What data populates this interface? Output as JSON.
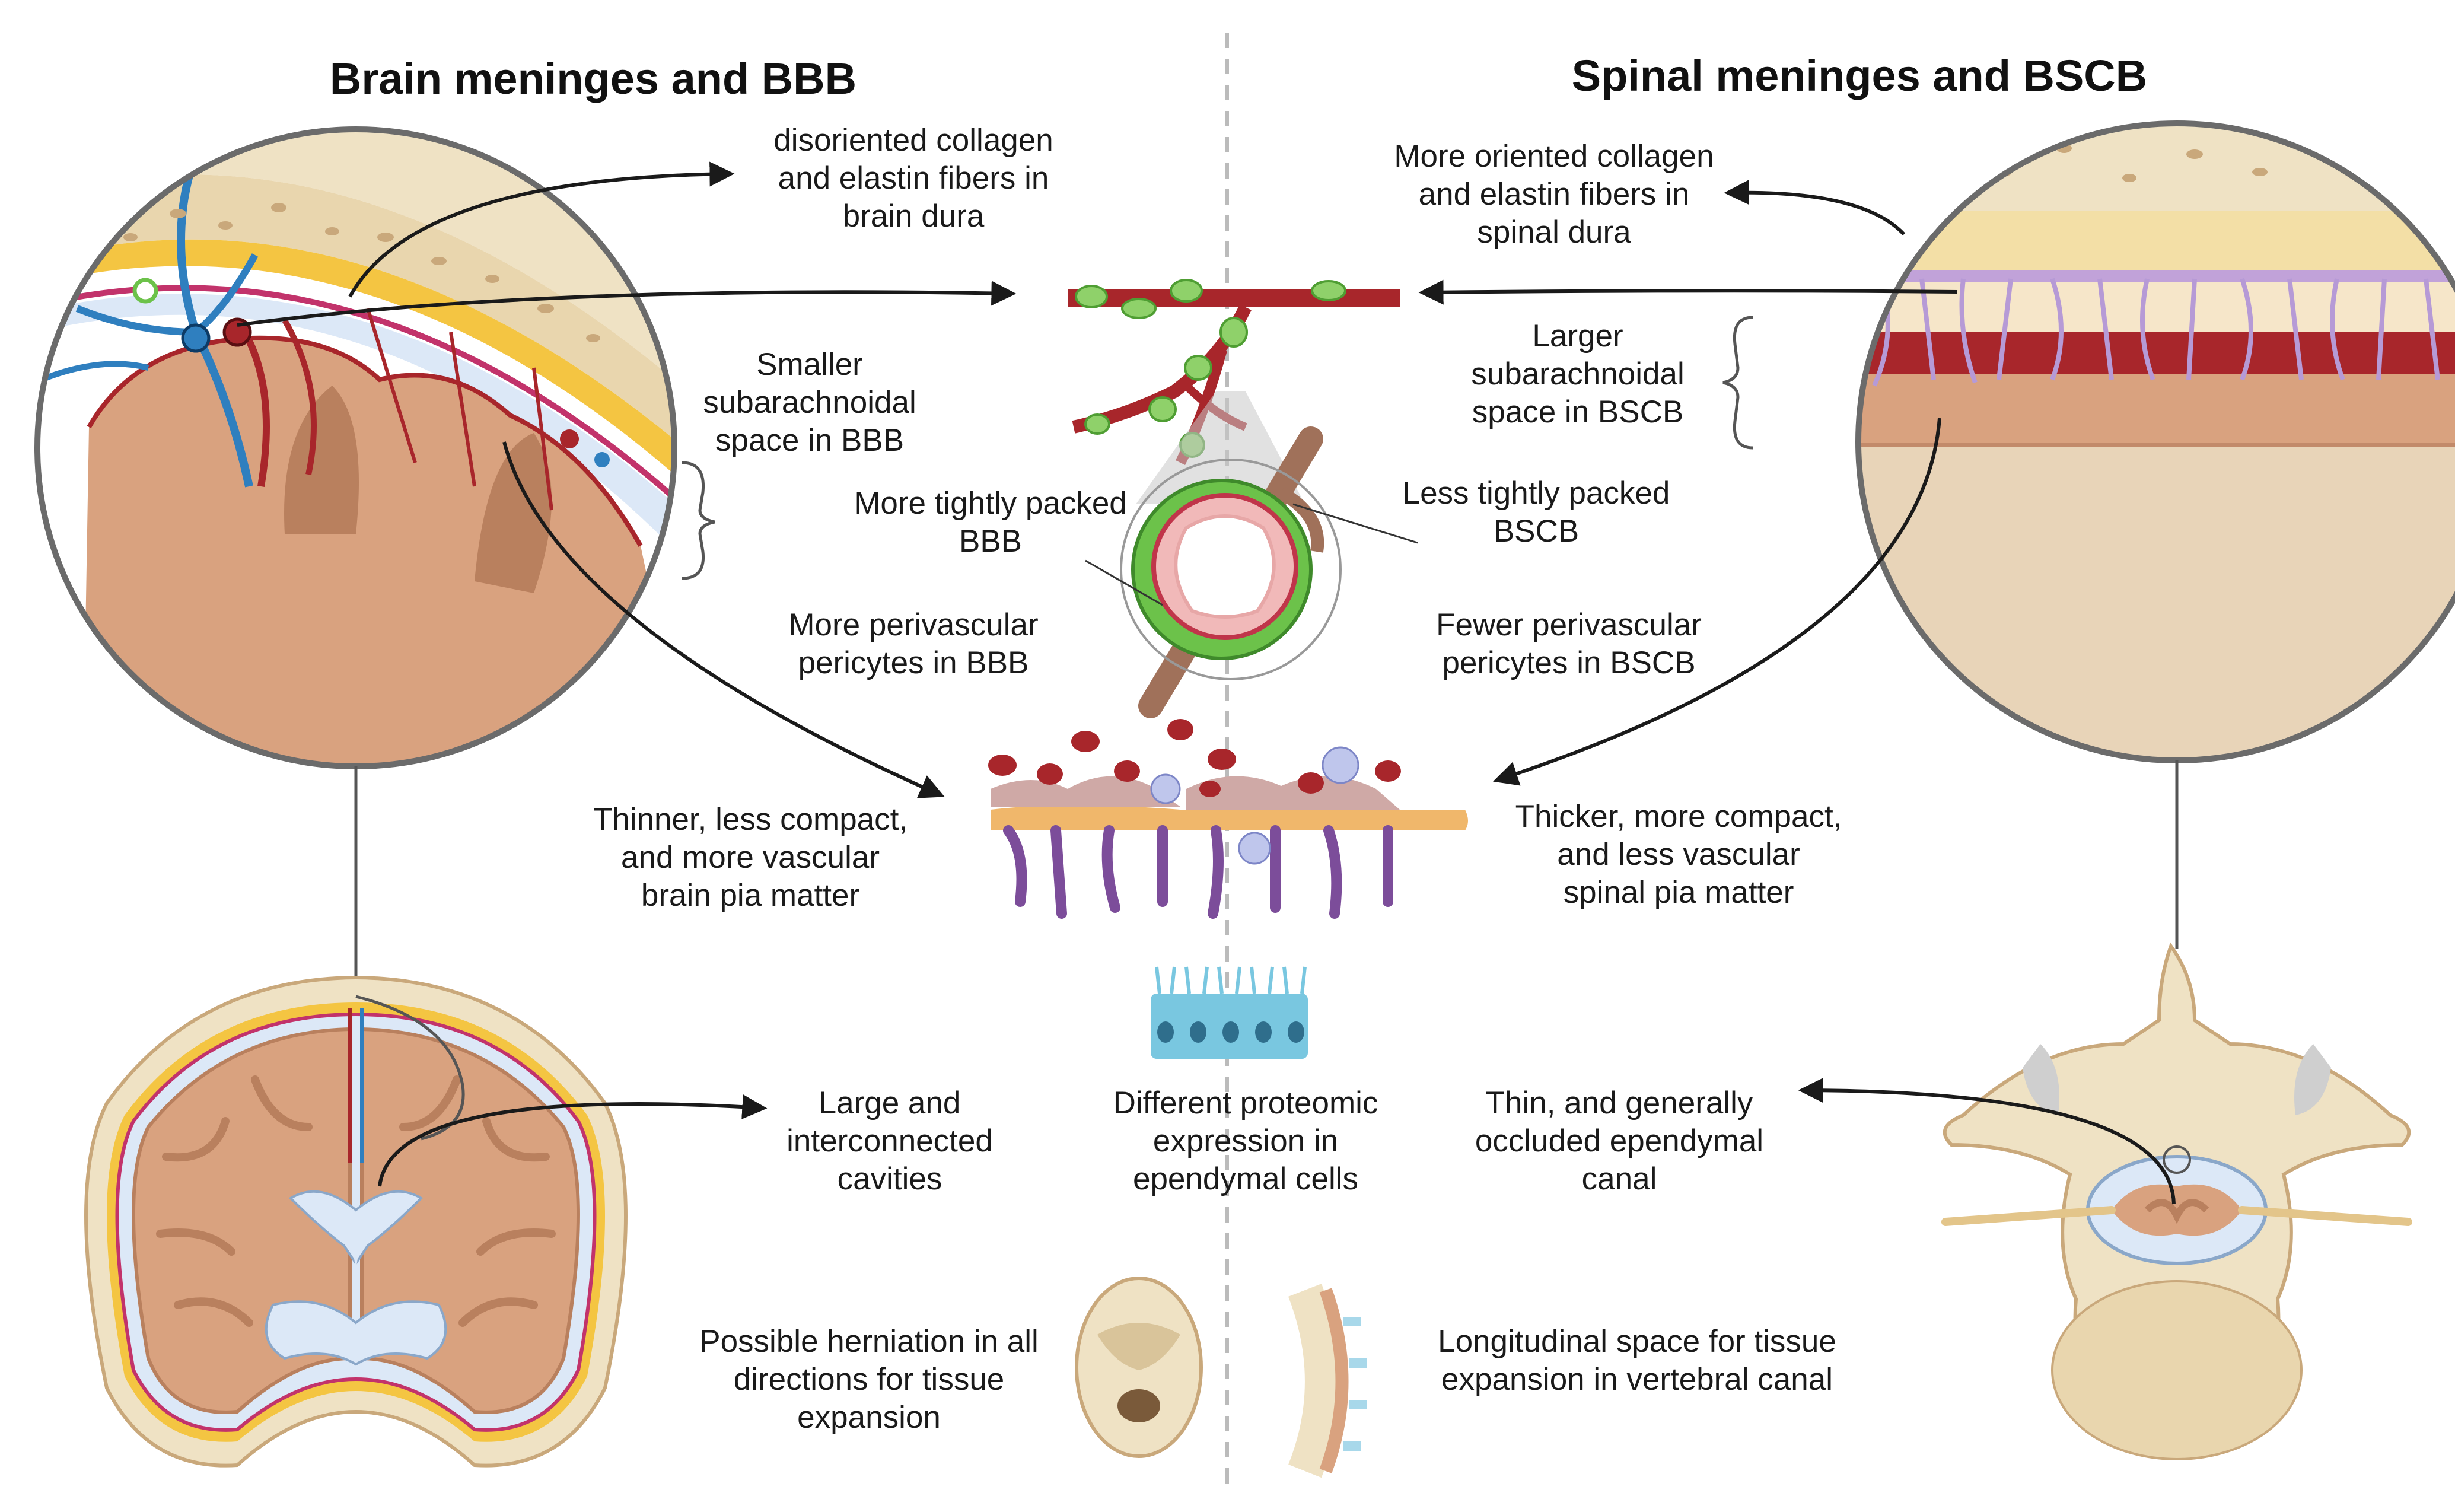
{
  "titles": {
    "left": "Brain meninges and BBB",
    "right": "Spinal meninges and BSCB"
  },
  "labels": {
    "brain_dura": "disoriented collagen\nand elastin fibers in\nbrain dura",
    "spinal_dura": "More oriented collagen\nand elastin fibers in\nspinal dura",
    "smaller_subarachnoid": "Smaller\nsubarachnoidal\nspace in BBB",
    "larger_subarachnoid": "Larger\nsubarachnoidal\nspace in BSCB",
    "tightly_packed": "More tightly packed\nBBB",
    "less_tightly_packed": "Less tightly packed\nBSCB",
    "more_pericytes": "More perivascular\npericytes in BBB",
    "fewer_pericytes": "Fewer perivascular\npericytes in BSCB",
    "brain_pia": "Thinner, less compact,\nand more vascular\nbrain pia matter",
    "spinal_pia": "Thicker, more compact,\nand less vascular\nspinal pia matter",
    "large_cavities": "Large and\ninterconnected\ncavities",
    "proteomic": "Different proteomic\nexpression in\nependymal cells",
    "ependymal_canal": "Thin, and generally\noccluded ependymal\ncanal",
    "herniation": "Possible herniation in all\ndirections for tissue\nexpansion",
    "longitudinal": "Longitudinal space for tissue\nexpansion in vertebral canal"
  },
  "colors": {
    "vessel_red": "#a8262b",
    "vein_blue": "#2f7fbf",
    "dura_yellow": "#f4c542",
    "brain_tissue": "#d9a27f",
    "brain_fold": "#b9805e",
    "csf_blue": "#dce8f7",
    "bone": "#efe2c4",
    "bone_dark": "#c9a87b",
    "pia_purple": "#7c4d9a",
    "pericyte_green": "#6cc24a",
    "ependymal_blue": "#79c7e0",
    "divider_gray": "#bbbbbb",
    "arrow_black": "#1a1a1a"
  }
}
